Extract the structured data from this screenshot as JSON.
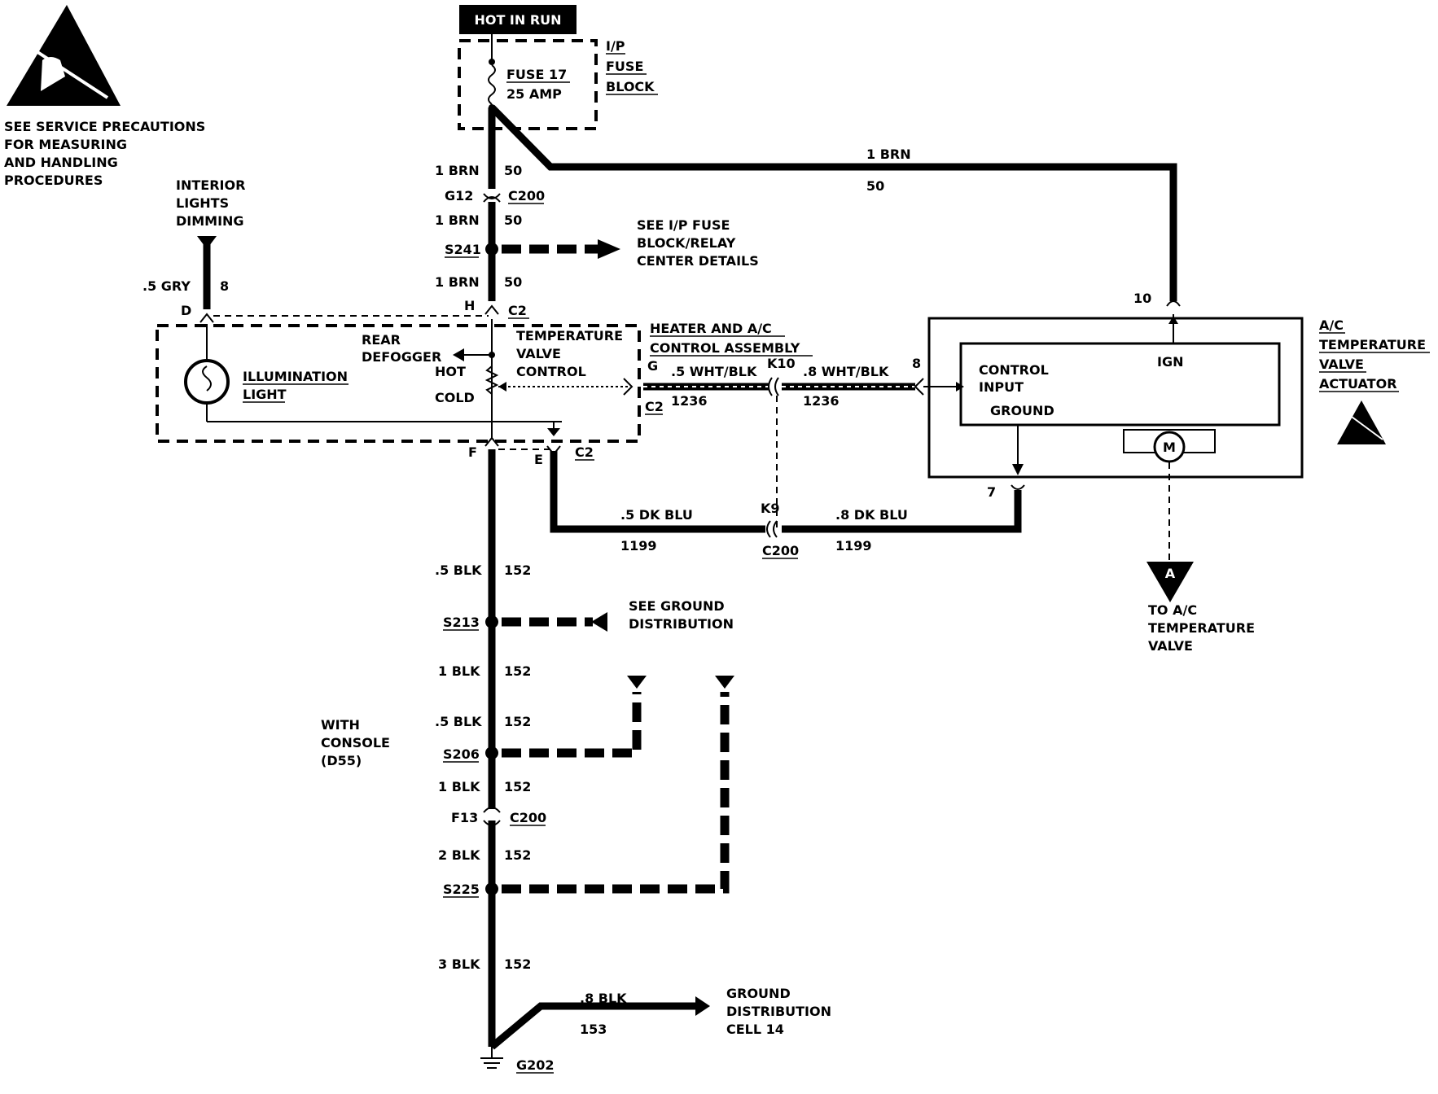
{
  "header": {
    "power_label": "HOT IN RUN",
    "fuse_block": [
      "I/P",
      "FUSE",
      "BLOCK"
    ],
    "fuse_name": "FUSE 17",
    "fuse_rating": "25 AMP"
  },
  "precautions": [
    "SEE SERVICE PRECAUTIONS",
    "FOR MEASURING",
    "AND HANDLING",
    "PROCEDURES"
  ],
  "wires": {
    "feed_1": "1 BRN",
    "feed_circuit": "50",
    "connector_g12": "G12",
    "connector_c200_top": "C200",
    "feed_2": "1 BRN",
    "feed_2_circuit": "50",
    "splice_s241": "S241",
    "feed_3": "1 BRN",
    "feed_3_circuit": "50",
    "actuator_feed": "1 BRN",
    "actuator_feed_circuit": "50",
    "dimming_wire": ".5 GRY",
    "dimming_circuit": "8",
    "pin_d": "D",
    "pin_h": "H",
    "conn_c2_top": "C2",
    "pin_g": "G",
    "conn_c2_side": "C2",
    "wht_blk_1": ".5 WHT/BLK",
    "wht_blk_1_circuit": "1236",
    "k10": "K10",
    "wht_blk_2": ".8 WHT/BLK",
    "wht_blk_2_circuit": "1236",
    "pin_8": "8",
    "pin_10": "10",
    "pin_7": "7",
    "pin_f": "F",
    "pin_e": "E",
    "conn_c2_bottom": "C2",
    "dk_blu_1": ".5 DK BLU",
    "dk_blu_1_circuit": "1199",
    "k9": "K9",
    "conn_c200_mid": "C200",
    "dk_blu_2": ".8 DK BLU",
    "dk_blu_2_circuit": "1199",
    "blk_1": ".5 BLK",
    "blk_1_circuit": "152",
    "splice_s213": "S213",
    "blk_2": "1 BLK",
    "blk_2_circuit": "152",
    "blk_3": ".5 BLK",
    "blk_3_circuit": "152",
    "splice_s206": "S206",
    "blk_4": "1 BLK",
    "blk_4_circuit": "152",
    "f13": "F13",
    "conn_c200_low": "C200",
    "blk_5": "2 BLK",
    "blk_5_circuit": "152",
    "splice_s225": "S225",
    "blk_6": "3 BLK",
    "blk_6_circuit": "152",
    "blk_8": ".8 BLK",
    "blk_8_circuit": "153",
    "ground_g202": "G202"
  },
  "references": {
    "interior_lights": [
      "INTERIOR",
      "LIGHTS",
      "DIMMING"
    ],
    "fuse_details": [
      "SEE I/P FUSE",
      "BLOCK/RELAY",
      "CENTER DETAILS"
    ],
    "ground_dist": [
      "SEE GROUND",
      "DISTRIBUTION"
    ],
    "console": [
      "WITH",
      "CONSOLE",
      "(D55)"
    ],
    "ground_cell": [
      "GROUND",
      "DISTRIBUTION",
      "CELL 14"
    ],
    "to_valve": [
      "TO A/C",
      "TEMPERATURE",
      "VALVE"
    ],
    "ref_a": "A"
  },
  "control_assembly": {
    "title": [
      "HEATER AND A/C",
      "CONTROL ASSEMBLY"
    ],
    "illumination": [
      "ILLUMINATION",
      "LIGHT"
    ],
    "rear_defogger": [
      "REAR",
      "DEFOGGER"
    ],
    "temp_valve": [
      "TEMPERATURE",
      "VALVE",
      "CONTROL"
    ],
    "hot": "HOT",
    "cold": "COLD"
  },
  "actuator": {
    "title": [
      "A/C",
      "TEMPERATURE",
      "VALVE",
      "ACTUATOR"
    ],
    "control_input": [
      "CONTROL",
      "INPUT"
    ],
    "ign": "IGN",
    "ground": "GROUND",
    "motor": "M"
  }
}
